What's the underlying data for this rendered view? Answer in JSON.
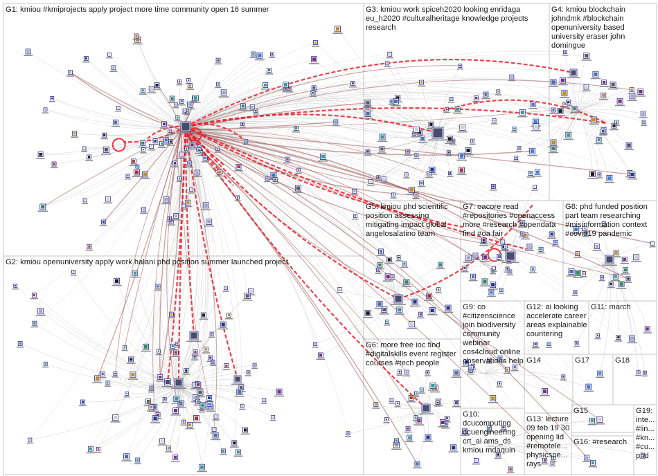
{
  "graph": {
    "title": "",
    "edge_colors": {
      "light": "#bdbdbd",
      "mid": "#a05a5a",
      "strong": "#e8202a"
    },
    "node_border": "#2b2b8a",
    "groups": [
      {
        "id": "G1",
        "label": "G1: kmiou #kmiprojects apply project more time community open 16 summer"
      },
      {
        "id": "G2",
        "label": "G2: kmiou openuniversity apply work halani phd position summer launched project"
      },
      {
        "id": "G3",
        "label": "G3: kmiou work spiceh2020 looking enridaga eu_h2020 #culturalheritage knowledge projects research"
      },
      {
        "id": "G4",
        "label": "G4: kmiou blockchain johndmk #blockchain openuniversity based university eraser john domingue"
      },
      {
        "id": "G5",
        "label": "G5: kmiou phd scientific position assessing mitigating impact global angelosalatino team"
      },
      {
        "id": "G6",
        "label": "G6: more free ioc find #digitalskills event register courses #tech people"
      },
      {
        "id": "G7",
        "label": "G7: oacore read #repositories #openaccess more #research #opendata find #oa fair"
      },
      {
        "id": "G8",
        "label": "G8: phd funded position part team researching #misinformation context #covid19 pandemic"
      },
      {
        "id": "G9",
        "label": "G9: co #citizenscience join biodiversity community webinar cos4cloud online observations help"
      },
      {
        "id": "G10",
        "label": "G10: dcucomputing dcuengineering crt_ai ams_ds kmiou mdaquin"
      },
      {
        "id": "G11",
        "label": "G11: march"
      },
      {
        "id": "G12",
        "label": "G12: ai looking accelerate career areas explainable countering"
      },
      {
        "id": "G13",
        "label": "G13: lecture 09 feb 19 30 opening lid #remotele... physicsne... rays"
      },
      {
        "id": "G14",
        "label": "G14"
      },
      {
        "id": "G15",
        "label": "G15"
      },
      {
        "id": "G16",
        "label": "G16: #research"
      },
      {
        "id": "G17",
        "label": "G17"
      },
      {
        "id": "G18",
        "label": "G18"
      },
      {
        "id": "G19",
        "label": "G19: inte... #lin... #kn... #cu... phd"
      }
    ]
  }
}
